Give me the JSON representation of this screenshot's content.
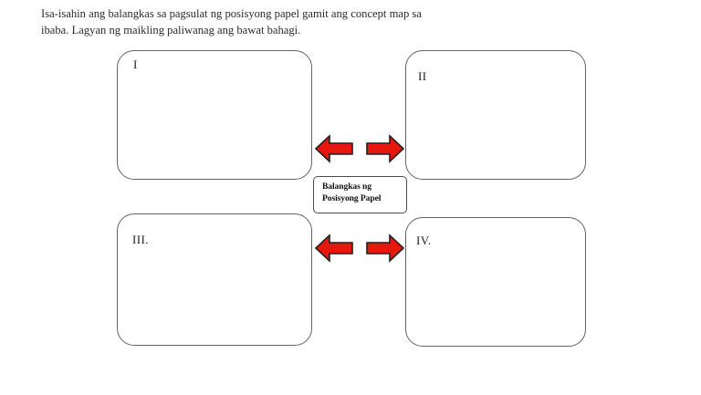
{
  "instruction": {
    "line1": "Isa-isahin ang balangkas sa pagsulat ng posisyong papel gamit ang concept map sa",
    "line2": "ibaba. Lagyan ng maikling paliwanag ang bawat bahagi."
  },
  "concept_map": {
    "center": {
      "line1": "Balangkas ng",
      "line2": "Posisyong Papel"
    },
    "boxes": [
      {
        "id": "I",
        "label": "I",
        "content": ""
      },
      {
        "id": "II",
        "label": "II",
        "content": ""
      },
      {
        "id": "III",
        "label": "III.",
        "content": ""
      },
      {
        "id": "IV",
        "label": "IV.",
        "content": ""
      }
    ],
    "arrows": [
      {
        "name": "top-left-arrow",
        "direction": "left"
      },
      {
        "name": "top-right-arrow",
        "direction": "right"
      },
      {
        "name": "bottom-left-arrow",
        "direction": "left"
      },
      {
        "name": "bottom-right-arrow",
        "direction": "right"
      }
    ],
    "colors": {
      "arrow_fill": "#E8170C",
      "arrow_outline": "#231f20",
      "box_border": "#636363",
      "page_background": "#FFFFFF",
      "text": "#1A1A1A"
    }
  }
}
